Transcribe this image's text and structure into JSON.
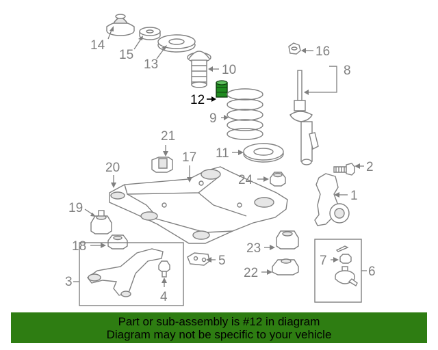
{
  "callouts": {
    "c1": "1",
    "c2": "2",
    "c3": "3",
    "c4": "4",
    "c5": "5",
    "c6": "6",
    "c7": "7",
    "c8": "8",
    "c9": "9",
    "c10": "10",
    "c11": "11",
    "c12": "12",
    "c13": "13",
    "c14": "14",
    "c15": "15",
    "c16": "16",
    "c17": "17",
    "c18": "18",
    "c19": "19",
    "c20": "20",
    "c21": "21",
    "c22": "22",
    "c23": "23",
    "c24": "24"
  },
  "highlight": {
    "part_number": "12",
    "color": "#1f8a1f"
  },
  "banner": {
    "line1": "Part or sub-assembly is #12 in diagram",
    "line2": "Diagram may not be specific to your vehicle",
    "background": "#2e7d12"
  }
}
